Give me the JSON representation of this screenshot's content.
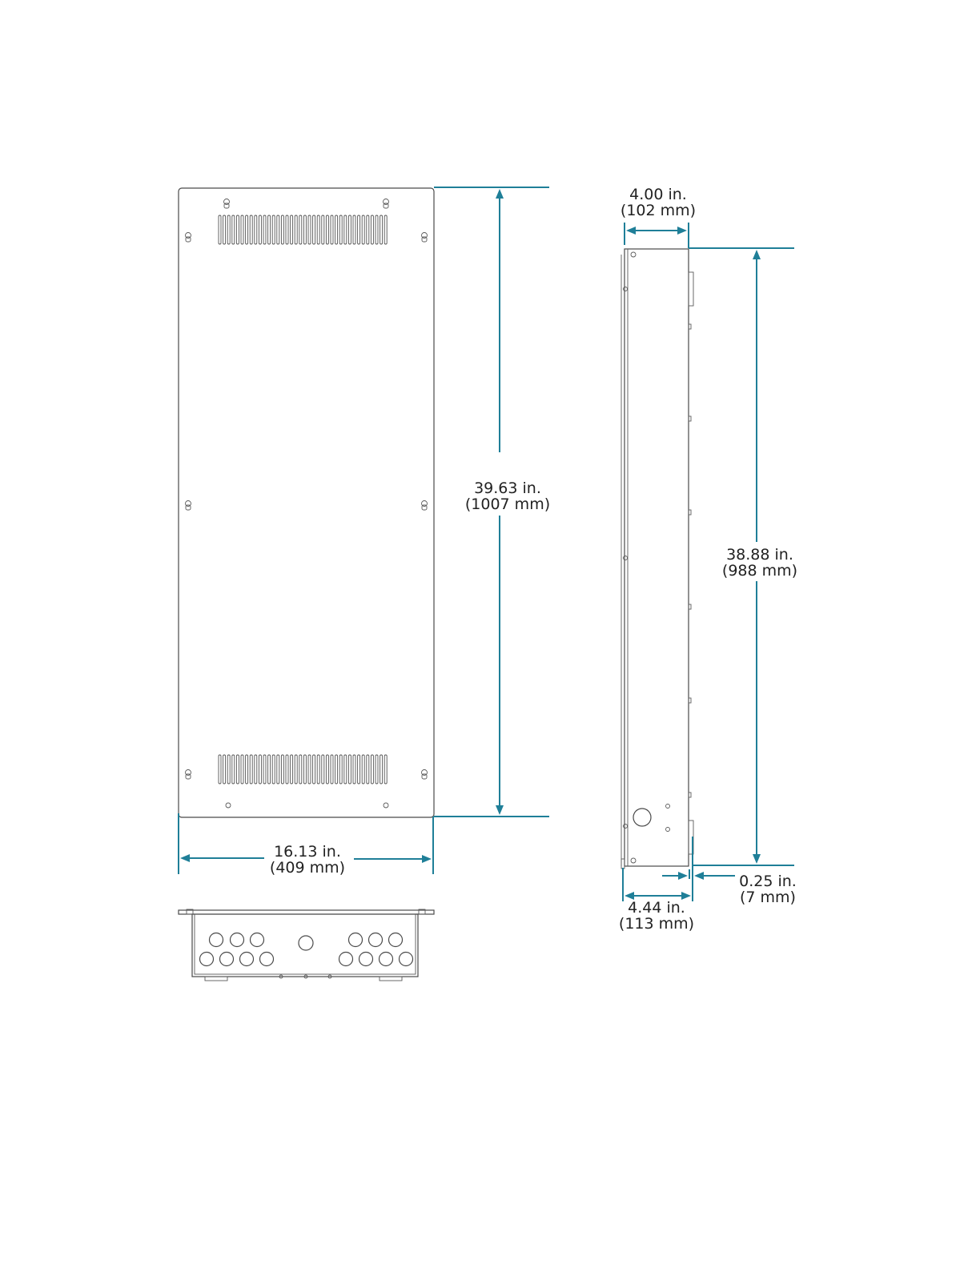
{
  "colors": {
    "dimension_line": "#1f7f98",
    "outline": "#4a4a4a",
    "text": "#222222"
  },
  "dimensions": {
    "front_width": {
      "inches": "16.13 in.",
      "mm": "(409 mm)"
    },
    "front_height": {
      "inches": "39.63 in.",
      "mm": "(1007 mm)"
    },
    "side_depth_top": {
      "inches": "4.00 in.",
      "mm": "(102 mm)"
    },
    "side_height": {
      "inches": "38.88 in.",
      "mm": "(988 mm)"
    },
    "side_offset": {
      "inches": "0.25 in.",
      "mm": "(7 mm)"
    },
    "side_depth_bottom": {
      "inches": "4.44 in.",
      "mm": "(113 mm)"
    }
  }
}
